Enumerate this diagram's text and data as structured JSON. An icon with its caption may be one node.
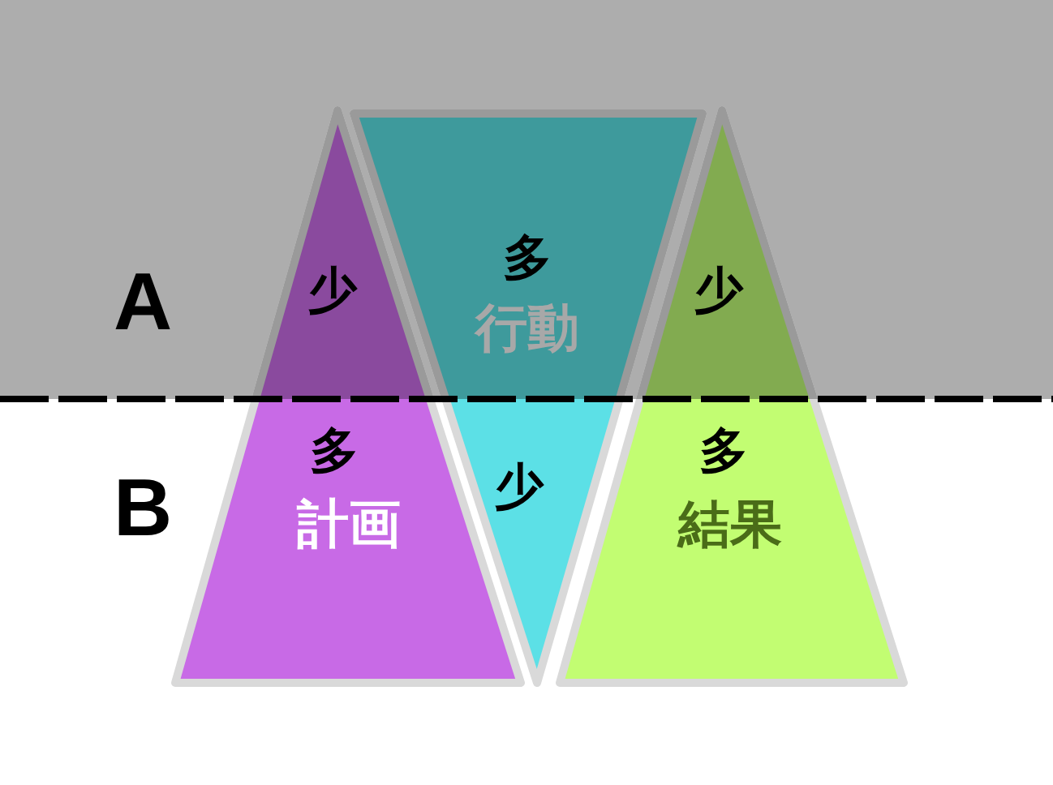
{
  "diagram": {
    "nodes": [
      {
        "text": [
          "少",
          "多",
          "計画"
        ]
      },
      {
        "text": [
          "多",
          "行動",
          "少"
        ]
      },
      {
        "text": [
          "少",
          "多",
          "結果"
        ]
      }
    ],
    "labels": [
      "A",
      "B"
    ]
  }
}
